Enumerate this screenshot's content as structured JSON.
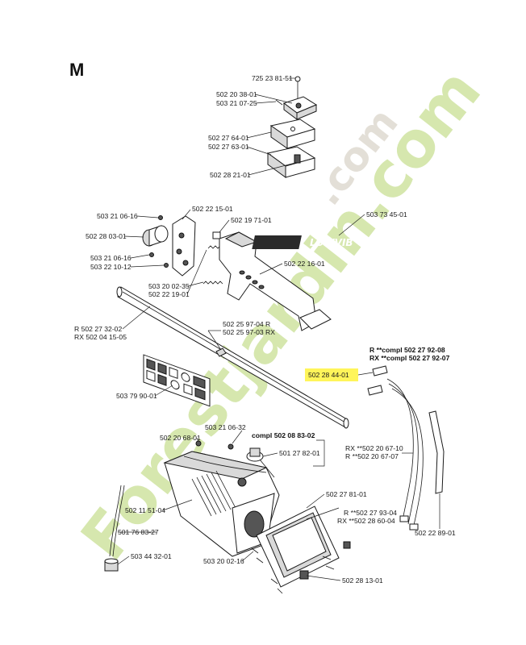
{
  "section_letter": "M",
  "highlight_color": "#fff55a",
  "watermark": {
    "text": "Forestjardin.com",
    "color_main": "#cfe3a0",
    "color_accent": "#c8c0b0"
  },
  "logo_text": "LOWVIB",
  "labels": {
    "l_725238151": "725 23 81-51",
    "l_502203801": "502 20 38-01",
    "l_503210725": "503 21 07-25",
    "l_502276401": "502 27 64-01",
    "l_502276301": "502 27 63-01",
    "l_502282101": "502 28 21-01",
    "l_503210616a": "503 21 06-16",
    "l_502221501": "502 22 15-01",
    "l_502197101": "502 19 71-01",
    "l_503734501": "503 73 45-01",
    "l_502280301": "502 28 03-01",
    "l_503210616b": "503 21 06-16",
    "l_503221012": "503 22 10-12",
    "l_502221601": "502 22 16-01",
    "l_503200235": "503 20 02-35",
    "l_502221901": "502 22 19-01",
    "l_r502273202": "R 502 27 32-02",
    "l_rx502041505": "RX 502 04 15-05",
    "l_502259704r": "502 25 97-04 R",
    "l_502259703rx": "502 25 97-03 RX",
    "l_r_compl": "R **compl 502 27 92-08",
    "l_rx_compl": "RX **compl 502 27 92-07",
    "l_502284401": "502 28 44-01",
    "l_503799001": "503 79 90-01",
    "l_503210632": "503 21 06-32",
    "l_compl502088302": "compl 502 08 83-02",
    "l_502206801": "502 20 68-01",
    "l_501278201": "501 27 82-01",
    "l_rx502206710": "RX **502 20 67-10",
    "l_r502206707": "R **502 20 67-07",
    "l_502278101": "502 27 81-01",
    "l_502115104": "502 11 51-04",
    "l_r502279304": "R **502 27 93-04",
    "l_rx502286004": "RX **502 28 60-04",
    "l_501768327": "501 76 83-27",
    "l_502228901": "502 22 89-01",
    "l_503443201": "503 44 32-01",
    "l_503200216": "503 20 02-16",
    "l_502281301": "502 28 13-01"
  }
}
